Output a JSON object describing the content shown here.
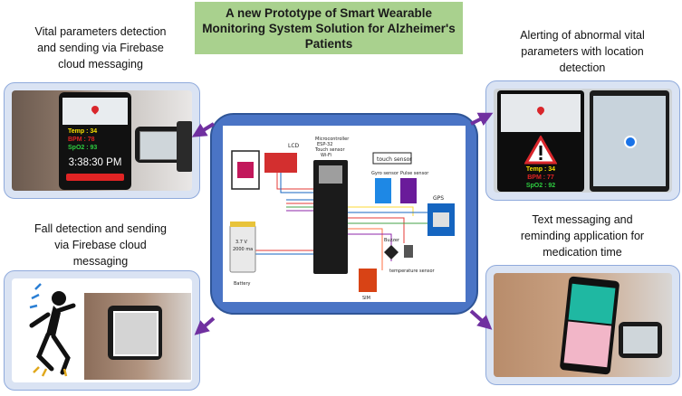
{
  "title": "A new Prototype of Smart Wearable\nMonitoring System Solution for Alzheimer's\nPatients",
  "captions": {
    "top_left": "Vital parameters detection\nand sending via Firebase\ncloud messaging",
    "top_right": "Alerting of abnormal  vital\nparameters with location\ndetection",
    "bottom_left": "Fall detection and sending\nvia Firebase cloud\nmessaging",
    "bottom_right": "Text messaging and\nreminding application for\nmedication time"
  },
  "phone_readings": {
    "temp": "Temp : 34",
    "bpm": "BPM : 78",
    "spo2": "SpO2 : 93",
    "time": "3:38:30 PM"
  },
  "alert_readings": {
    "temp": "Temp : 34",
    "bpm": "BPM : 77",
    "spo2": "SpO2 : 92"
  },
  "schematic_labels": {
    "lcd": "LCD",
    "mcu": "Microcontroller\nESP-32\nTouch sensor\nWi-Fi",
    "touch": "touch sensor",
    "gyro": "Gyro sensor",
    "pulse": "Pulse sensor",
    "gps": "GPS",
    "buzzer": "Buzzer",
    "temp_sensor": "temperature sensor",
    "battery_voltage": "3.7 V",
    "battery_capacity": "2000 ma",
    "battery": "Battery",
    "sim": "SIM"
  },
  "colors": {
    "title_bg": "#a9d18e",
    "panel_bg": "#dae3f3",
    "center_bg": "#4a74c5",
    "arrow": "#7030a0"
  }
}
